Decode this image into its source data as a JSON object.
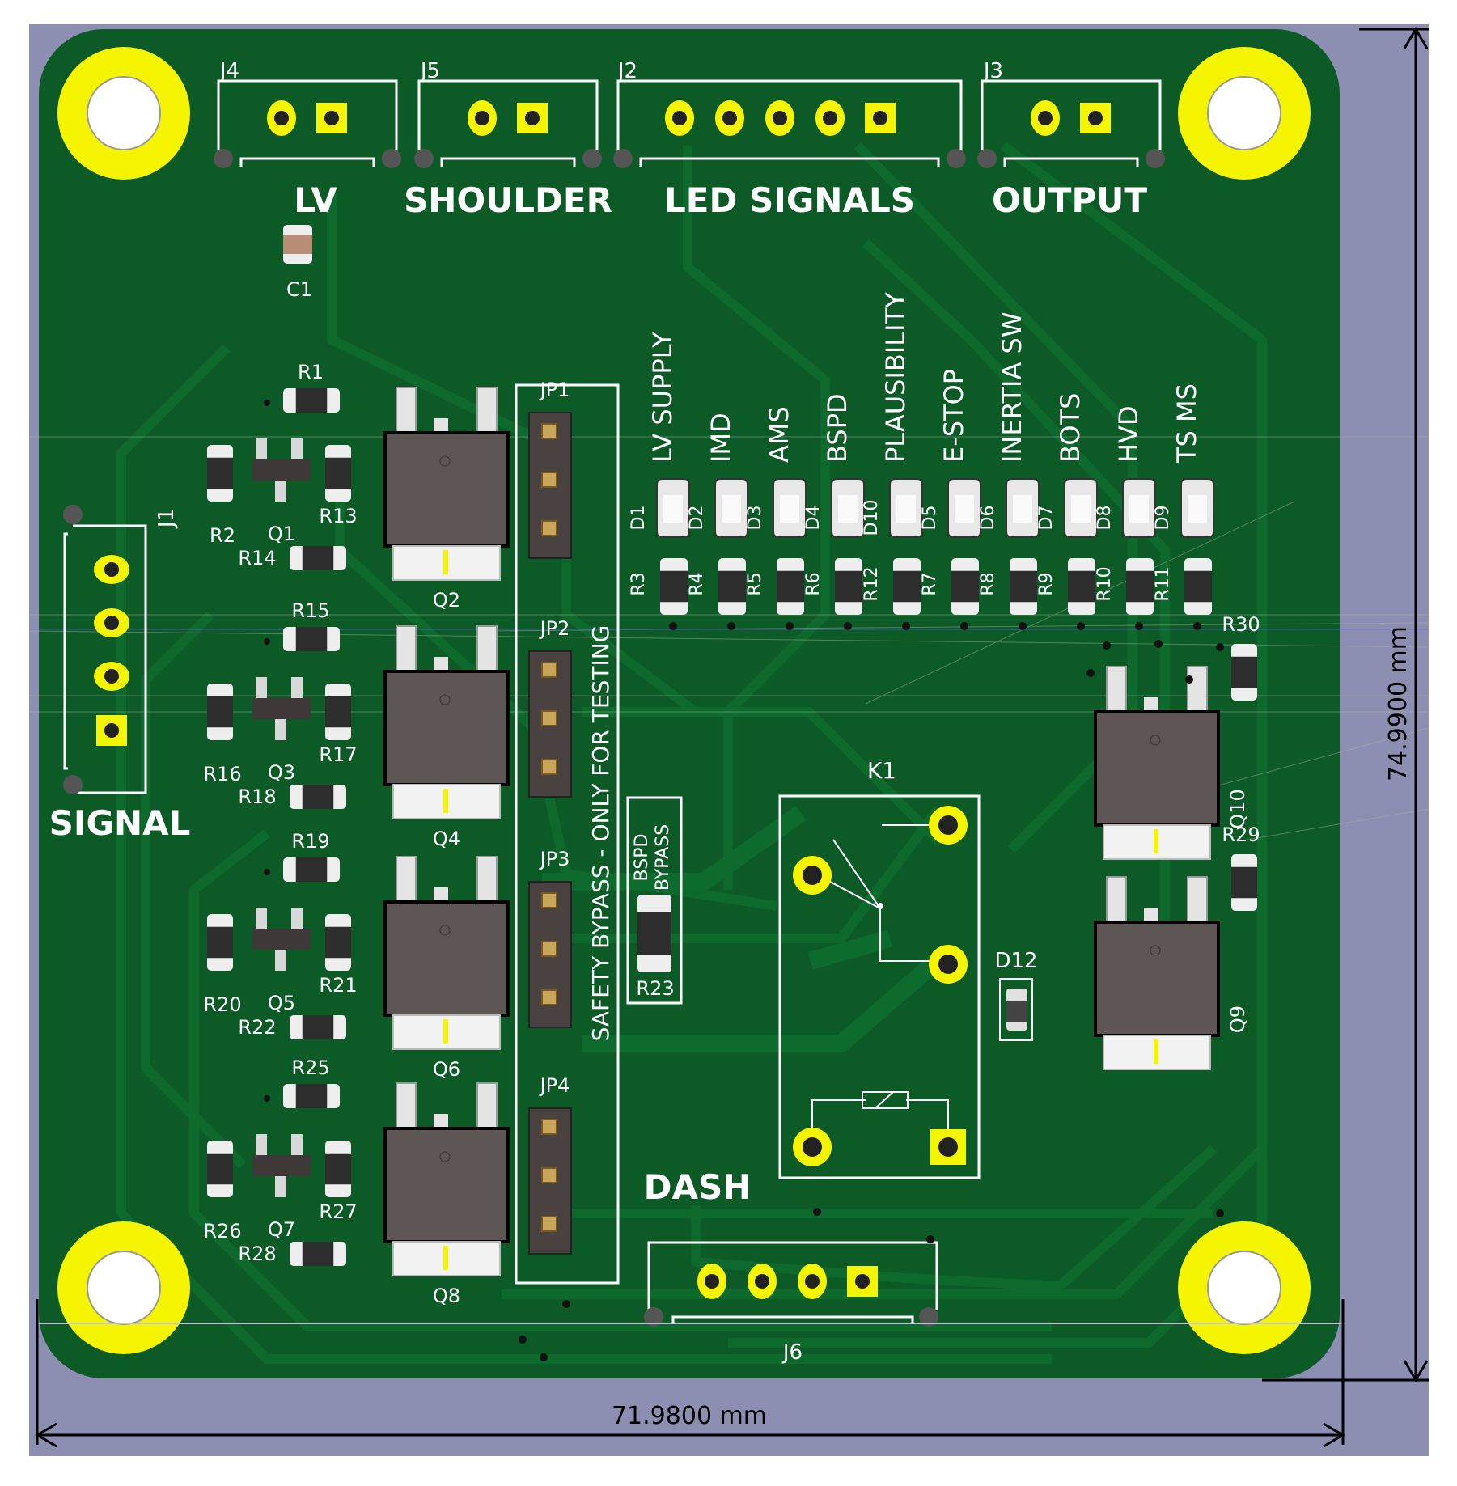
{
  "board": {
    "colors": {
      "background_panel": "#8d8fb2",
      "board": "#0c5a26",
      "trace": "#0e6b2e",
      "silkscreen": "#ffffff",
      "pad": "#f5f500",
      "component_body": "#5e5654",
      "dimension_line": "#000000"
    },
    "dimensions": {
      "width": "71.9800 mm",
      "height": "74.9900 mm"
    },
    "connectors": [
      {
        "ref": "J4",
        "label": "LV"
      },
      {
        "ref": "J5",
        "label": "SHOULDER"
      },
      {
        "ref": "J2",
        "label": "LED SIGNALS"
      },
      {
        "ref": "J3",
        "label": "OUTPUT"
      },
      {
        "ref": "J1",
        "label": "SIGNAL"
      },
      {
        "ref": "J6",
        "label": "DASH"
      }
    ],
    "capacitor": "C1",
    "transistor_stages": [
      {
        "q_small": "Q1",
        "q_power": "Q2",
        "r_top": "R1",
        "r_left": "R2",
        "r_right": "R13",
        "r_bottom": "R14",
        "jumper": "JP1"
      },
      {
        "q_small": "Q3",
        "q_power": "Q4",
        "r_top": "R15",
        "r_left": "R16",
        "r_right": "R17",
        "r_bottom": "R18",
        "jumper": "JP2"
      },
      {
        "q_small": "Q5",
        "q_power": "Q6",
        "r_top": "R19",
        "r_left": "R20",
        "r_right": "R21",
        "r_bottom": "R22",
        "jumper": "JP3"
      },
      {
        "q_small": "Q7",
        "q_power": "Q8",
        "r_top": "R25",
        "r_left": "R26",
        "r_right": "R27",
        "r_bottom": "R28",
        "jumper": "JP4"
      }
    ],
    "bypass_text": "SAFETY BYPASS - ONLY FOR TESTING",
    "bspd_bypass": {
      "line1": "BSPD",
      "line2": "BYPASS",
      "ref": "R23"
    },
    "leds": [
      {
        "label": "LV SUPPLY",
        "led": "D1",
        "res": "R3"
      },
      {
        "label": "IMD",
        "led": "D2",
        "res": "R4"
      },
      {
        "label": "AMS",
        "led": "D3",
        "res": "R5"
      },
      {
        "label": "BSPD",
        "led": "D4",
        "res": "R6"
      },
      {
        "label": "PLAUSIBILITY",
        "led": "D10",
        "res": "R12"
      },
      {
        "label": "E-STOP",
        "led": "D5",
        "res": "R7"
      },
      {
        "label": "INERTIA SW",
        "led": "D6",
        "res": "R8"
      },
      {
        "label": "BOTS",
        "led": "D7",
        "res": "R9"
      },
      {
        "label": "HVD",
        "led": "D8",
        "res": "R10"
      },
      {
        "label": "TS MS",
        "led": "D9",
        "res": "R11"
      }
    ],
    "relay": "K1",
    "diode": "D12",
    "output_transistors": [
      {
        "q": "Q10",
        "r": "R30"
      },
      {
        "q": "Q9",
        "r": "R29"
      }
    ]
  }
}
